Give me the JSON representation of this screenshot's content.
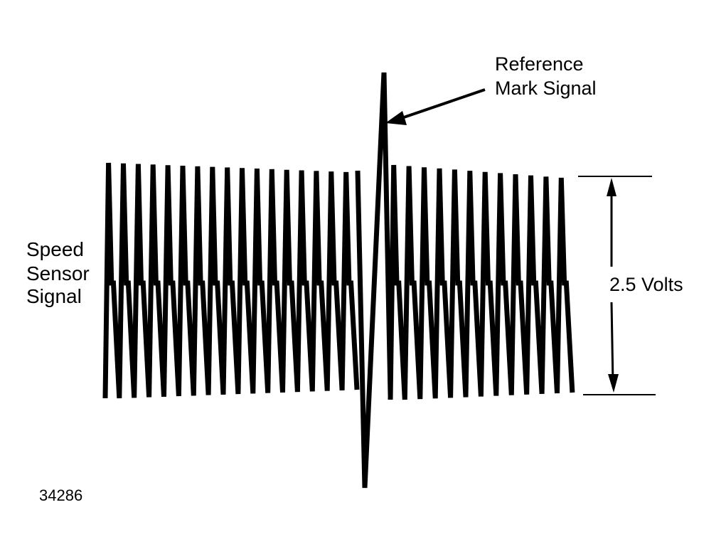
{
  "labels": {
    "reference_line1": "Reference",
    "reference_line2": "Mark Signal",
    "speed_line1": "Speed",
    "speed_line2": "Sensor",
    "speed_line3": "Signal",
    "amplitude": "2.5 Volts",
    "figure_number": "34286"
  },
  "colors": {
    "ink": "#000000",
    "background": "#ffffff"
  }
}
